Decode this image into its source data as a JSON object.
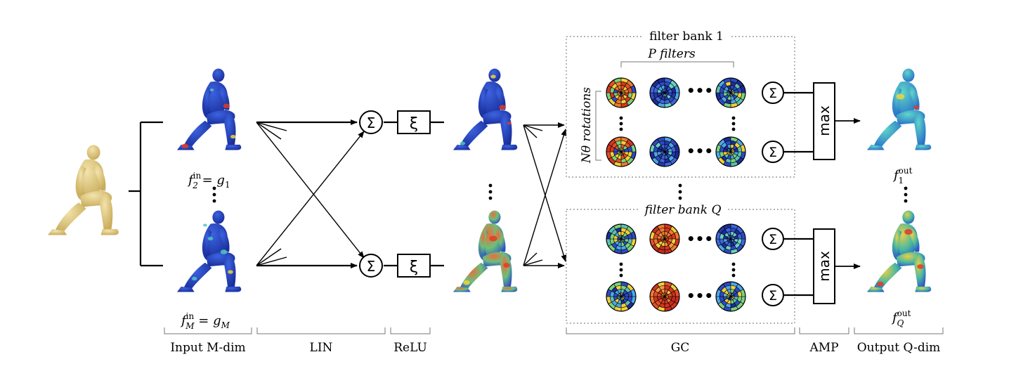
{
  "sections": {
    "input": "Input M-dim",
    "lin": "LIN",
    "relu": "ReLU",
    "gc": "GC",
    "amp": "AMP",
    "output": "Output Q-dim"
  },
  "features": {
    "input_top": "f2in = g1",
    "input_bottom": "fMin = gM",
    "output_top": "f1out",
    "output_bottom": "fQout"
  },
  "operators": {
    "sum": "Σ",
    "relu": "ξ",
    "max": "max",
    "ellipsis": "•••"
  },
  "filter_banks": {
    "bank1_label": "filter bank 1",
    "bankQ_label": "filter bank Q",
    "filters_label": "P filters",
    "rotations_label": "Nθ rotations"
  },
  "colors": {
    "mesh_gray": "#e6cf86",
    "feature_base": "#2a46c8",
    "hot": "#e53a24",
    "warm": "#f2d43c",
    "mid": "#4fc7c0",
    "line": "#000000"
  }
}
